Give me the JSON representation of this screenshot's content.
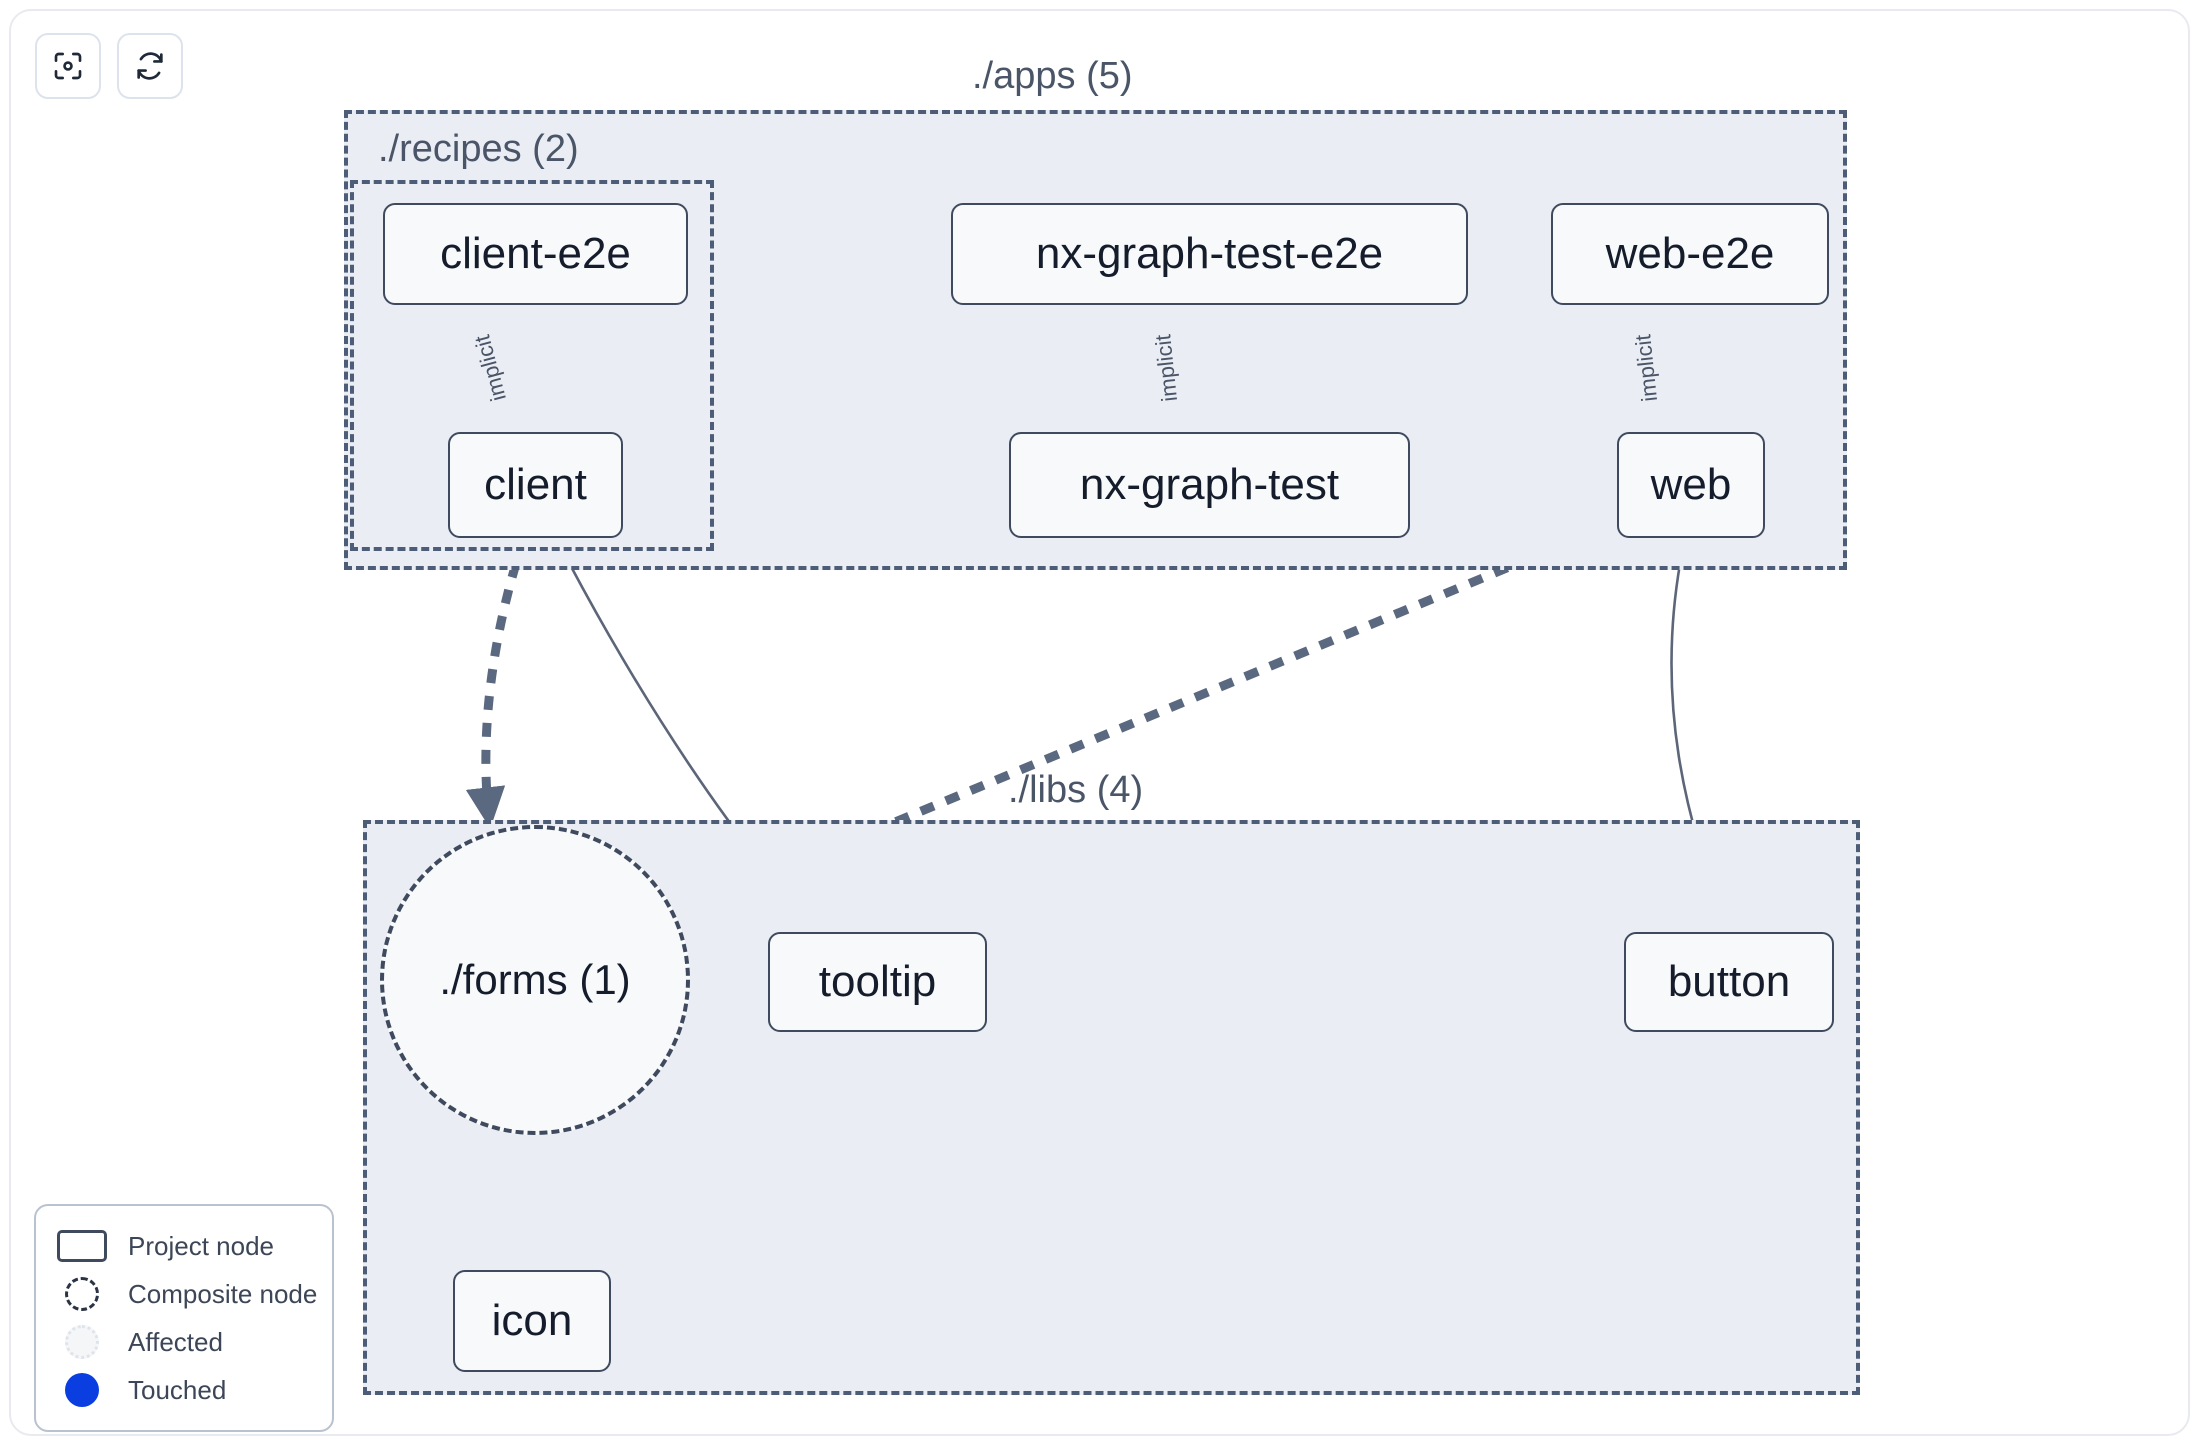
{
  "toolbar": {
    "buttons": [
      {
        "name": "focus-target",
        "icon": "focus-target-icon",
        "label": "Focus"
      },
      {
        "name": "refresh",
        "icon": "refresh-icon",
        "label": "Refresh"
      }
    ]
  },
  "graph": {
    "groups": [
      {
        "id": "apps",
        "label": "./apps (5)"
      },
      {
        "id": "recipes",
        "label": "./recipes (2)"
      },
      {
        "id": "libs",
        "label": "./libs (4)"
      }
    ],
    "nodes": [
      {
        "id": "client-e2e",
        "label": "client-e2e",
        "type": "project",
        "group": "recipes"
      },
      {
        "id": "nx-graph-test-e2e",
        "label": "nx-graph-test-e2e",
        "type": "project",
        "group": "apps"
      },
      {
        "id": "web-e2e",
        "label": "web-e2e",
        "type": "project",
        "group": "apps"
      },
      {
        "id": "client",
        "label": "client",
        "type": "project",
        "group": "recipes"
      },
      {
        "id": "nx-graph-test",
        "label": "nx-graph-test",
        "type": "project",
        "group": "apps"
      },
      {
        "id": "web",
        "label": "web",
        "type": "project",
        "group": "apps"
      },
      {
        "id": "forms",
        "label": "./forms (1)",
        "type": "composite",
        "group": "libs"
      },
      {
        "id": "tooltip",
        "label": "tooltip",
        "type": "project",
        "group": "libs"
      },
      {
        "id": "button",
        "label": "button",
        "type": "project",
        "group": "libs"
      },
      {
        "id": "icon",
        "label": "icon",
        "type": "project",
        "group": "libs"
      }
    ],
    "edges": [
      {
        "from": "client-e2e",
        "to": "client",
        "label": "implicit",
        "style": "thin-dashed"
      },
      {
        "from": "nx-graph-test-e2e",
        "to": "nx-graph-test",
        "label": "implicit",
        "style": "thin-dashed"
      },
      {
        "from": "web-e2e",
        "to": "web",
        "label": "implicit",
        "style": "thin-dashed"
      },
      {
        "from": "client",
        "to": "forms",
        "label": "",
        "style": "thick-dashed"
      },
      {
        "from": "client",
        "to": "tooltip",
        "label": "",
        "style": "thin-solid"
      },
      {
        "from": "web",
        "to": "forms",
        "label": "",
        "style": "thick-dashed"
      },
      {
        "from": "web",
        "to": "button",
        "label": "",
        "style": "thin-solid"
      },
      {
        "from": "forms",
        "to": "icon",
        "label": "",
        "style": "thick-dashed"
      }
    ]
  },
  "legend": {
    "items": [
      {
        "key": "project",
        "label": "Project node"
      },
      {
        "key": "composite",
        "label": "Composite node"
      },
      {
        "key": "affected",
        "label": "Affected"
      },
      {
        "key": "touched",
        "label": "Touched"
      }
    ]
  },
  "colors": {
    "group_fill": "#eaeef4",
    "group_border": "#4e5d77",
    "node_fill": "#f7f9fb",
    "node_border": "#3f4a5e",
    "node_text": "#151c2b",
    "label_text": "#4a5568",
    "edge": "#4e5d77",
    "touched": "#0b3ee0"
  }
}
